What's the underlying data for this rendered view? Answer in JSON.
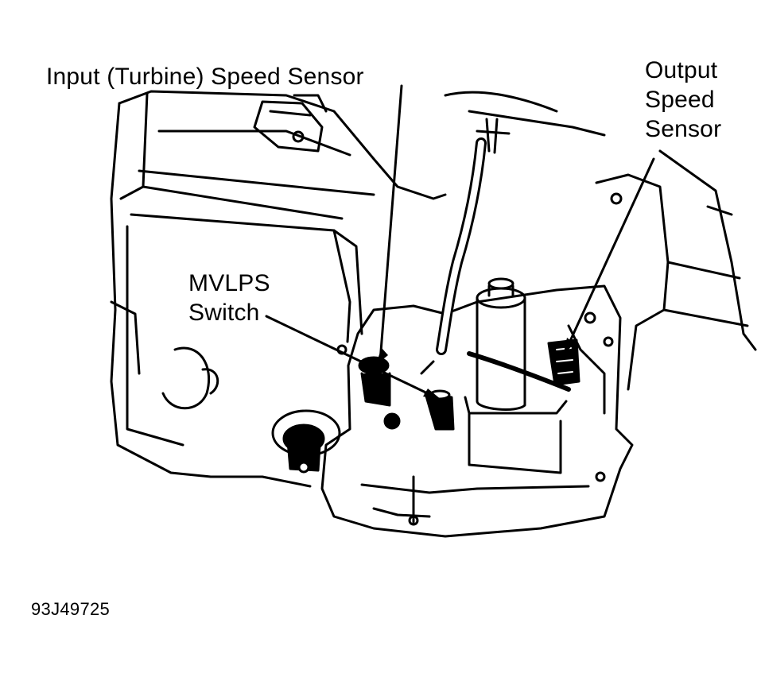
{
  "labels": {
    "input_sensor": "Input (Turbine) Speed Sensor",
    "output_sensor": [
      "Output",
      "Speed",
      "Sensor"
    ],
    "mvlps_switch": [
      "MVLPS",
      "Switch"
    ]
  },
  "figure_id": "93J49725",
  "colors": {
    "ink": "#000000",
    "paper": "#ffffff"
  }
}
